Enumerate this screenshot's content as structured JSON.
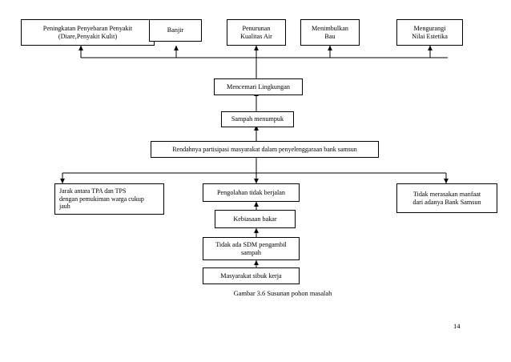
{
  "diagram": {
    "title_caption": "Gambar 3.6 Susunan pohon masalah",
    "page_number": "14",
    "nodes": [
      {
        "id": "n_penyakit",
        "label": "Peningkatan Penyebaran Penyakit\n(Diare,Penyakit Kulit)"
      },
      {
        "id": "n_banjir",
        "label": "Banjir"
      },
      {
        "id": "n_kualitas_air",
        "label": "Penurunan\nKualitas Air"
      },
      {
        "id": "n_bau",
        "label": "Menimbulkan\nBau"
      },
      {
        "id": "n_estetika",
        "label": "Mengurangi\nNilai Estetika"
      },
      {
        "id": "n_mencemari",
        "label": "Mencemari Lingkungan"
      },
      {
        "id": "n_sampah",
        "label": "Sampah menumpuk"
      },
      {
        "id": "n_partisipasi",
        "label": "Rendahnya partisipasi masyarakat dalam penyelenggaraan bank samsun"
      },
      {
        "id": "n_jarak",
        "label": "Jarak antara TPA dan TPS\ndengan pemukiman warga cukup\njauh"
      },
      {
        "id": "n_pengolahan",
        "label": "Pengolahan tidak berjalan"
      },
      {
        "id": "n_manfaat",
        "label": "Tidak merasakan manfaat\ndari adanya Bank Samsun"
      },
      {
        "id": "n_bakar",
        "label": "Kebiasaan bakar"
      },
      {
        "id": "n_sdm",
        "label": "Tidak ada SDM pengambil\nsampah"
      },
      {
        "id": "n_sibuk",
        "label": "Masyarakat sibuk kerja"
      }
    ]
  }
}
